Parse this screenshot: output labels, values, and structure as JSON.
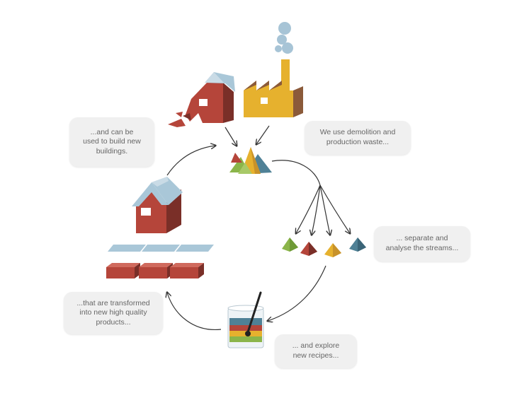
{
  "bubbles": {
    "build": "...and can be\nused to build new\nbuildings.",
    "waste": "We use demolition and\nproduction waste...",
    "separate": "... separate and\nanalyse the streams...",
    "recipes": "... and explore\nnew recipes...",
    "transformed": "...that are transformed\ninto new high quality\nproducts..."
  },
  "colors": {
    "brick_red": "#b5453a",
    "brick_dark": "#7a2f28",
    "roof_blue": "#a9c7d8",
    "factory_yellow": "#e6b12e",
    "factory_dark": "#8b5a3a",
    "smoke": "#a7c4d6",
    "pyramid_green": "#8bb54a",
    "pyramid_blue": "#4f8196",
    "arrow": "#333333",
    "bubble_bg": "#f0f0f0",
    "bubble_text": "#666666"
  }
}
